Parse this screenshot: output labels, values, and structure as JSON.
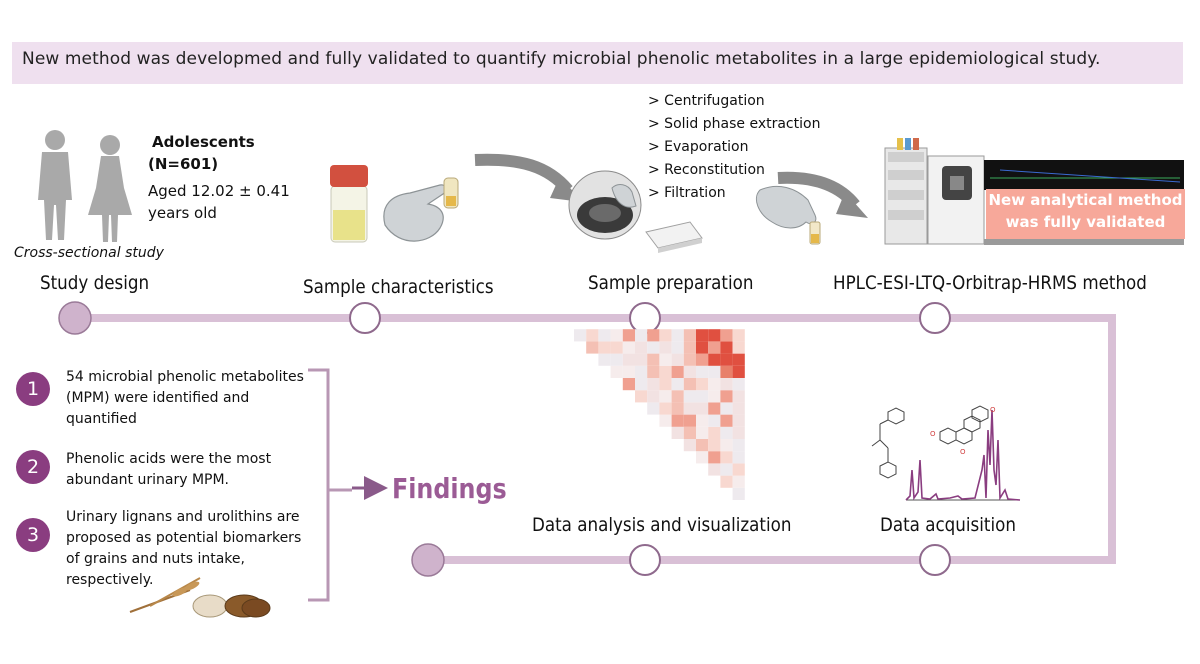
{
  "banner": {
    "text": "New method was developmed and fully validated to quantify microbial phenolic metabolites in a large epidemiological study."
  },
  "study_design": {
    "label": "Study design",
    "population": "Adolescents",
    "n": "(N=601)",
    "age_line1": "Aged 12.02 ± 0.41",
    "age_line2": "years old",
    "design_type": "Cross-sectional study"
  },
  "sample_characteristics": {
    "label": "Sample  characteristics"
  },
  "sample_preparation": {
    "label": "Sample  preparation",
    "steps": [
      "> Centrifugation",
      "> Solid phase extraction",
      "> Evaporation",
      "> Reconstitution",
      "> Filtration"
    ]
  },
  "hplc": {
    "label": "HPLC-ESI-LTQ-Orbitrap-HRMS method",
    "callout_line1": "New analytical method",
    "callout_line2": "was fully validated"
  },
  "data_acquisition": {
    "label": "Data acquisition"
  },
  "data_analysis": {
    "label": "Data analysis and visualization"
  },
  "findings": {
    "label": "Findings",
    "items": [
      {
        "number": "1",
        "lines": [
          "54 microbial phenolic metabolites",
          "(MPM)  were identified and",
          "quantified"
        ]
      },
      {
        "number": "2",
        "lines": [
          "Phenolic acids were the most",
          "abundant urinary MPM."
        ]
      },
      {
        "number": "3",
        "lines": [
          "Urinary lignans and urolithins are",
          "proposed as potential biomarkers",
          "of grains and nuts intake,",
          "respectively."
        ]
      }
    ]
  },
  "colors": {
    "timeline": "#d9c0d6",
    "node_fill": "#cfb3cc",
    "badge": "#8a3d80",
    "findings_text": "#9b5b95",
    "banner_bg": "#efe0ef",
    "callout_bg": "#f7a89a"
  }
}
